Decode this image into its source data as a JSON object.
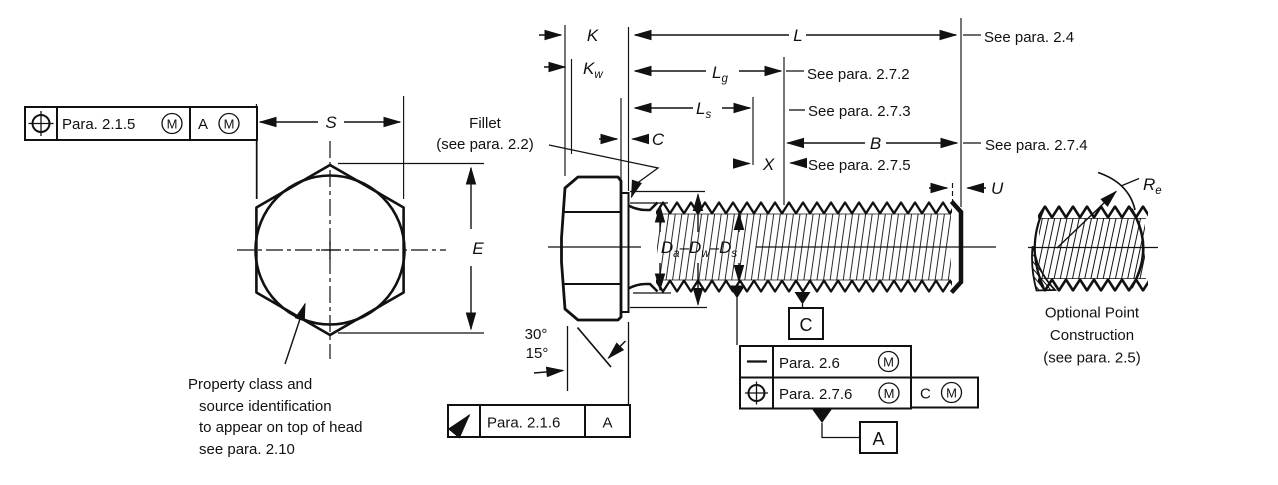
{
  "drawing": {
    "dim_labels": {
      "S": "S",
      "E": "E",
      "K": "K",
      "Kw_base": "K",
      "Kw_sub": "w",
      "L": "L",
      "Lg_base": "L",
      "Lg_sub": "g",
      "Ls_base": "L",
      "Ls_sub": "s",
      "C": "C",
      "X": "X",
      "B": "B",
      "U": "U",
      "D_base1": "D",
      "D_sub1": "a",
      "D_base2": "–D",
      "D_sub2": "w",
      "D_base3": "–D",
      "D_sub3": "s",
      "Re_base": "R",
      "Re_sub": "e"
    },
    "see_notes": {
      "para_2_4": "See para. 2.4",
      "para_2_7_2": "See para. 2.7.2",
      "para_2_7_3": "See para. 2.7.3",
      "para_2_7_4": "See para. 2.7.4",
      "para_2_7_5": "See para. 2.7.5"
    },
    "fillet_note": {
      "line1": "Fillet",
      "line2": "(see para. 2.2)"
    },
    "angle_note": {
      "deg30": "30°",
      "deg15": "15°"
    },
    "property_note": {
      "line1": "Property class and",
      "line2": "source identification",
      "line3": "to appear on top of head",
      "line4": "see para. 2.10"
    },
    "optional_point_note": {
      "line1": "Optional Point",
      "line2": "Construction",
      "line3": "(see para. 2.5)"
    },
    "fcf": {
      "head_position": {
        "para": "Para. 2.1.5",
        "mod1": "M",
        "datum": "A",
        "mod2": "M"
      },
      "bearing_runout": {
        "para": "Para. 2.1.6",
        "datum": "A"
      },
      "thread_straightness": {
        "para": "Para. 2.6",
        "mod": "M"
      },
      "thread_position": {
        "para": "Para. 2.7.6",
        "mod1": "M",
        "datum": "C",
        "mod2": "M"
      }
    },
    "datum_flags": {
      "a": "A",
      "c": "C"
    }
  }
}
